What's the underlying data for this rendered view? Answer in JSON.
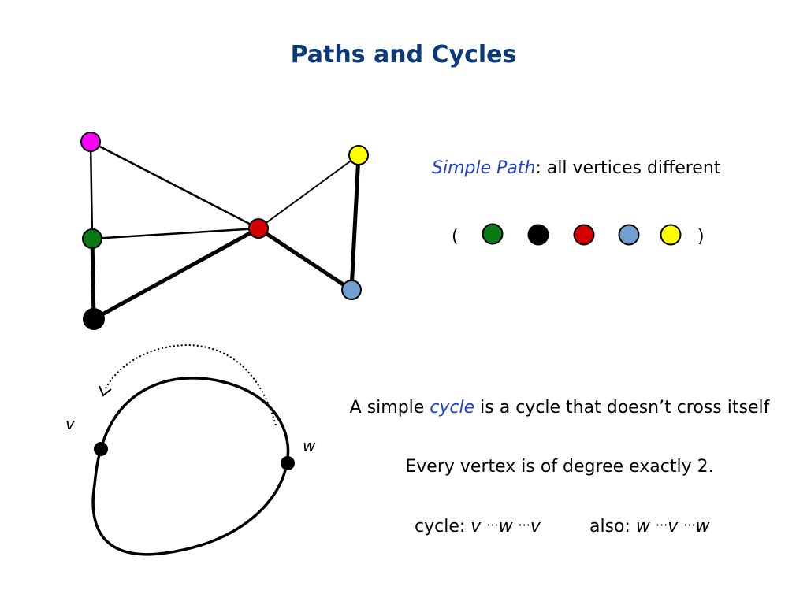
{
  "title": "Paths and Cycles",
  "colors": {
    "title": "#0b3a7a",
    "term": "#1f3fcf",
    "magenta": "#ff00ff",
    "green": "#0a7a17",
    "black": "#000000",
    "red": "#d40000",
    "blue": "#6fa0cf",
    "yellow": "#ffff00"
  },
  "simple_path": {
    "term": "Simple Path",
    "definition": ": all vertices different",
    "open_paren": "(",
    "close_paren": ")",
    "sequence": [
      "green",
      "black",
      "red",
      "blue",
      "yellow"
    ]
  },
  "cycle": {
    "line1_before": "A simple ",
    "line1_term": "cycle",
    "line1_after": " is a cycle that doesn’t cross itself",
    "line2": "Every vertex is of degree exactly 2.",
    "vertex_v": "v",
    "vertex_w": "w",
    "notation1_prefix": "cycle: ",
    "notation1_a": "v",
    "notation1_b": "w",
    "notation1_c": "v",
    "notation2_prefix": "also: ",
    "notation2_a": "w",
    "notation2_b": "v",
    "notation2_c": "w",
    "ellipsis": "···"
  }
}
